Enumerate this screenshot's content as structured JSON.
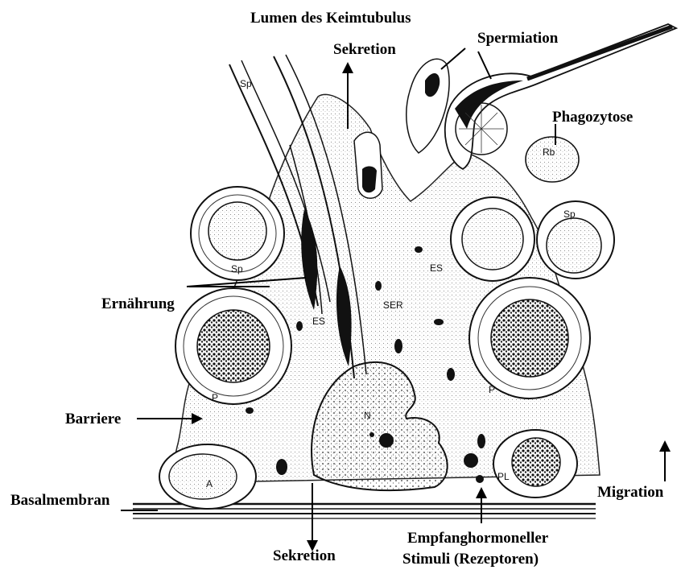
{
  "figure": {
    "labels": {
      "lumen": "Lumen des Keimtubulus",
      "sekretion_top": "Sekretion",
      "spermiation": "Spermiation",
      "phagozytose": "Phagozytose",
      "ernaehrung": "Ernährung",
      "barriere": "Barriere",
      "basalmembran": "Basalmembran",
      "migration": "Migration",
      "sekretion_bottom": "Sekretion",
      "empfang_line1": "Empfanghormoneller",
      "empfang_line2": "Stimuli (Rezeptoren)"
    },
    "cell_labels": {
      "sp_top": "Sp",
      "sp_left": "Sp",
      "sp_right": "Sp",
      "rb": "Rb",
      "es_upper": "ES",
      "es_lower": "ES",
      "ser": "SER",
      "p_left": "P",
      "p_right": "P",
      "n": "N",
      "a": "A",
      "pl": "PL"
    }
  }
}
